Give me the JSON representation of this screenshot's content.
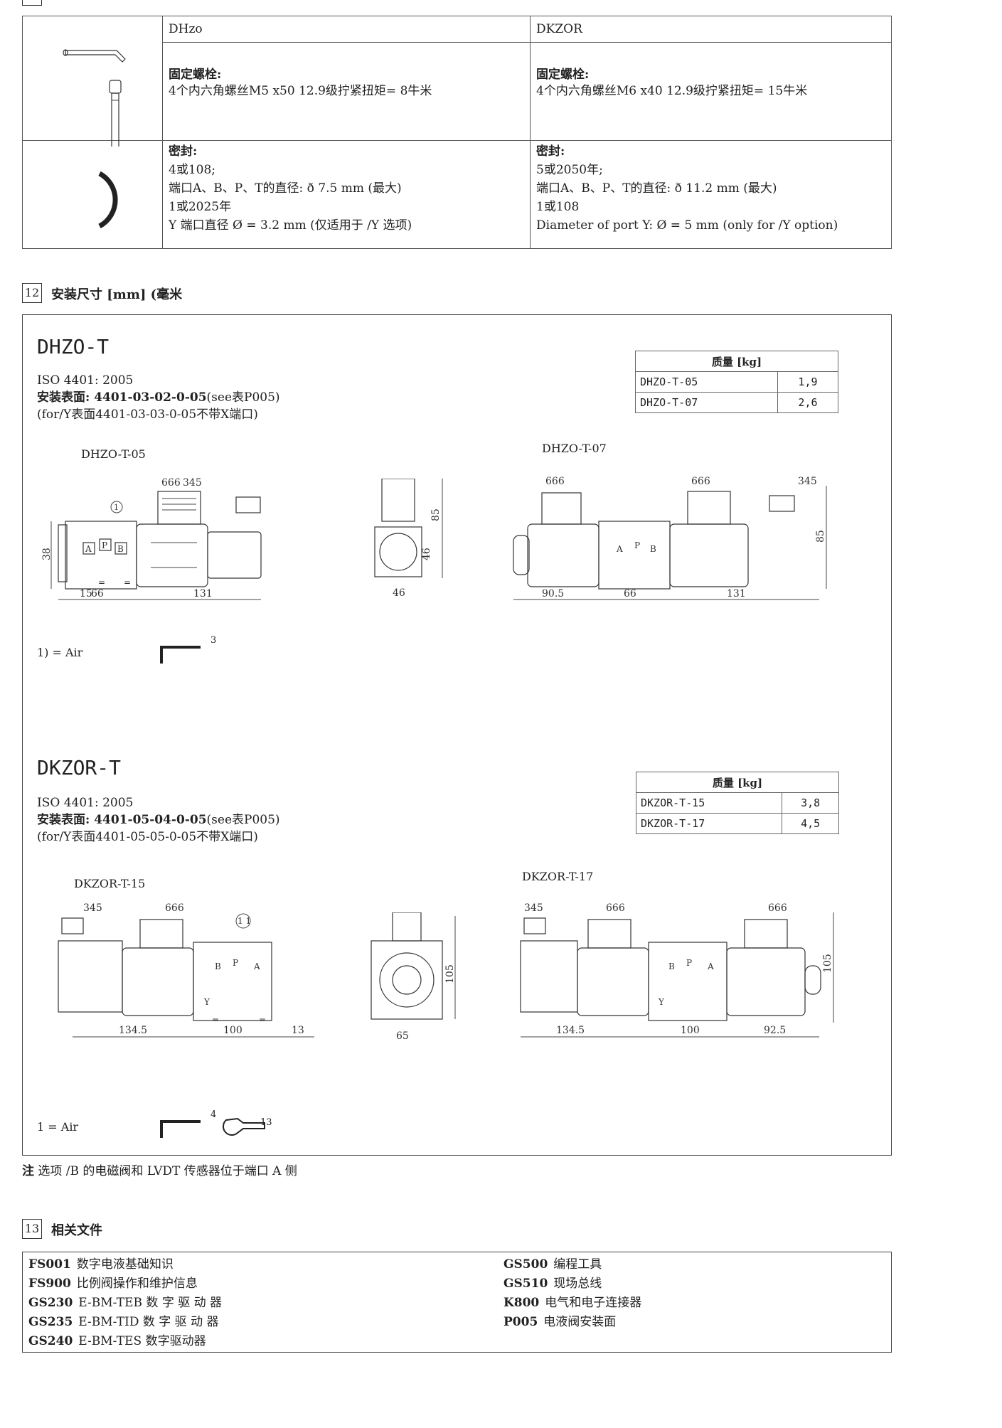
{
  "bolts": {
    "col1": "DHzo",
    "col2": "DKZOR",
    "row1": {
      "left_title": "固定螺栓:",
      "left_text": "4个内六角螺丝M5 x50 12.9级拧紧扭矩= 8牛米",
      "right_title": "固定螺栓:",
      "right_text": "4个内六角螺丝M6 x40 12.9级拧紧扭矩= 15牛米"
    },
    "row2": {
      "left_title": "密封:",
      "left_lines": [
        "4或108;",
        "端口A、B、P、T的直径: ð 7.5 mm (最大)",
        "1或2025年",
        "Y 端口直径 Ø = 3.2 mm (仅适用于 /Y 选项)"
      ],
      "right_title": "密封:",
      "right_lines": [
        "5或2050年;",
        "端口A、B、P、T的直径: ð 11.2 mm (最大)",
        "1或108",
        "Diameter of port Y: Ø = 5 mm (only for /Y option)"
      ]
    }
  },
  "section12": {
    "num": "12",
    "title": "安装尺寸 [mm] (毫米",
    "dhzo": {
      "model": "DHZO-T",
      "iso": "ISO 4401: 2005",
      "surface": "安装表面: 4401-03-02-0-05",
      "surface_ref": "(see表P005)",
      "y_note": "(for/Y表面4401-03-03-0-05不带X端口)",
      "mass_header": "质量 [kg]",
      "mass_rows": [
        [
          "DHZO-T-05",
          "1,9"
        ],
        [
          "DHZO-T-07",
          "2,6"
        ]
      ],
      "drawing1_title": "DHZO-T-05",
      "drawing2_title": "DHZO-T-07",
      "dims1": {
        "h": "38",
        "a": "15",
        "b": "66",
        "c": "131",
        "top1": "666",
        "top2": "345"
      },
      "dims_side": {
        "w": "46",
        "h1": "46",
        "h2": "85"
      },
      "dims2": {
        "a": "90.5",
        "b": "66",
        "c": "131",
        "top1": "666",
        "top2": "666",
        "top3": "345",
        "h": "85"
      },
      "eq": "=",
      "air_note": "1) = Air",
      "wrench_num": "3",
      "ports": [
        "A",
        "P",
        "B"
      ]
    },
    "dkzor": {
      "model": "DKZOR-T",
      "iso": "ISO 4401: 2005",
      "surface": "安装表面: 4401-05-04-0-05",
      "surface_ref": "(see表P005)",
      "y_note": "(for/Y表面4401-05-05-0-05不带X端口)",
      "mass_header": "质量 [kg]",
      "mass_rows": [
        [
          "DKZOR-T-15",
          "3,8"
        ],
        [
          "DKZOR-T-17",
          "4,5"
        ]
      ],
      "drawing1_title": "DKZOR-T-15",
      "drawing2_title": "DKZOR-T-17",
      "dims1": {
        "a": "134.5",
        "b": "100",
        "c": "13",
        "top1": "345",
        "top2": "666",
        "callout": "1 1"
      },
      "dims_side": {
        "w": "65",
        "h": "105"
      },
      "dims2": {
        "a": "134.5",
        "b": "100",
        "c": "92.5",
        "top1": "345",
        "top2": "666",
        "top3": "666",
        "h": "105"
      },
      "eq": "=",
      "air_note": "1 = Air",
      "wrench_num1": "4",
      "wrench_num2": "13",
      "ports": [
        "B",
        "P",
        "A",
        "Y"
      ]
    }
  },
  "note": {
    "label": "注",
    "text": "选项 /B 的电磁阀和 LVDT 传感器位于端口 A 侧"
  },
  "section13": {
    "num": "13",
    "title": "相关文件",
    "left": [
      {
        "code": "FS001",
        "text": "数字电液基础知识"
      },
      {
        "code": "FS900",
        "text": "比例阀操作和维护信息"
      },
      {
        "code": "GS230",
        "text": "E-BM-TEB 数 字 驱 动 器"
      },
      {
        "code": "GS235",
        "text": "E-BM-TID 数 字 驱 动 器"
      },
      {
        "code": "GS240",
        "text": "E-BM-TES 数字驱动器"
      }
    ],
    "right": [
      {
        "code": "GS500",
        "text": "编程工具"
      },
      {
        "code": "GS510",
        "text": "现场总线"
      },
      {
        "code": "K800",
        "text": "电气和电子连接器"
      },
      {
        "code": "P005",
        "text": "电液阀安装面"
      }
    ]
  }
}
